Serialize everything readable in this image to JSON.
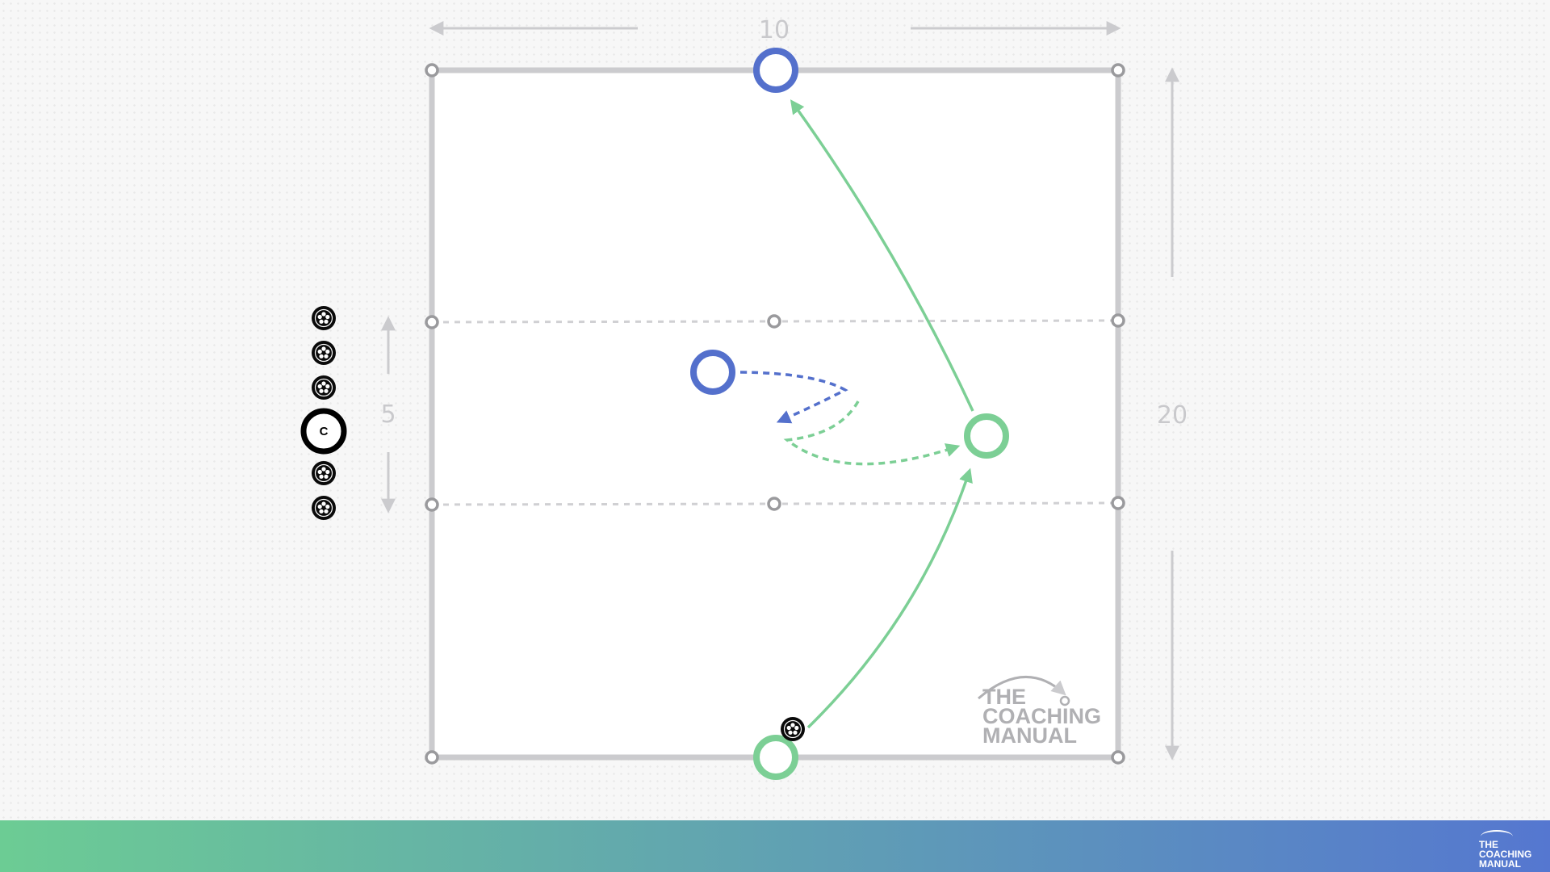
{
  "dimensions": {
    "width_label": "10",
    "length_label": "20",
    "zone_label": "5"
  },
  "coach": {
    "label": "C"
  },
  "ball_queue_count": 5,
  "watermark": {
    "line1": "THE",
    "line2": "COACHING",
    "line3": "MANUAL"
  },
  "footer_logo": {
    "line1": "THE",
    "line2": "COACHING",
    "line3": "MANUAL"
  },
  "colors": {
    "blue_team": "#5470cc",
    "green_team": "#7ccf95",
    "pitch_line": "#cbcbce",
    "cone": "#9a9a9d",
    "footer_gradient_start": "#6ccc94",
    "footer_gradient_end": "#5577d0"
  }
}
